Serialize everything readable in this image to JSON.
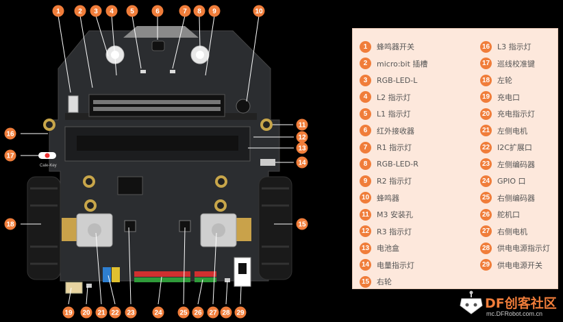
{
  "callouts": [
    {
      "n": "1"
    },
    {
      "n": "2"
    },
    {
      "n": "3"
    },
    {
      "n": "4"
    },
    {
      "n": "5"
    },
    {
      "n": "6"
    },
    {
      "n": "7"
    },
    {
      "n": "8"
    },
    {
      "n": "9"
    },
    {
      "n": "10"
    },
    {
      "n": "11"
    },
    {
      "n": "12"
    },
    {
      "n": "13"
    },
    {
      "n": "14"
    },
    {
      "n": "15"
    },
    {
      "n": "16"
    },
    {
      "n": "17"
    },
    {
      "n": "18"
    },
    {
      "n": "19"
    },
    {
      "n": "20"
    },
    {
      "n": "21"
    },
    {
      "n": "22"
    },
    {
      "n": "23"
    },
    {
      "n": "24"
    },
    {
      "n": "25"
    },
    {
      "n": "26"
    },
    {
      "n": "27"
    },
    {
      "n": "28"
    },
    {
      "n": "29"
    }
  ],
  "board_text": {
    "cale_key": "Cale-Key"
  },
  "legend": {
    "left": [
      {
        "n": "1",
        "label": "蜂鸣器开关"
      },
      {
        "n": "2",
        "label": "micro:bit 插槽"
      },
      {
        "n": "3",
        "label": "RGB-LED-L"
      },
      {
        "n": "4",
        "label": "L2 指示灯"
      },
      {
        "n": "5",
        "label": "L1 指示灯"
      },
      {
        "n": "6",
        "label": "红外接收器"
      },
      {
        "n": "7",
        "label": "R1 指示灯"
      },
      {
        "n": "8",
        "label": "RGB-LED-R"
      },
      {
        "n": "9",
        "label": "R2 指示灯"
      },
      {
        "n": "10",
        "label": "蜂鸣器"
      },
      {
        "n": "11",
        "label": "M3 安装孔"
      },
      {
        "n": "12",
        "label": "R3 指示灯"
      },
      {
        "n": "13",
        "label": "电池盒"
      },
      {
        "n": "14",
        "label": "电量指示灯"
      },
      {
        "n": "15",
        "label": "右轮"
      }
    ],
    "right": [
      {
        "n": "16",
        "label": "L3 指示灯"
      },
      {
        "n": "17",
        "label": "巡线校准键"
      },
      {
        "n": "18",
        "label": "左轮"
      },
      {
        "n": "19",
        "label": "充电口"
      },
      {
        "n": "20",
        "label": "充电指示灯"
      },
      {
        "n": "21",
        "label": "左侧电机"
      },
      {
        "n": "22",
        "label": "I2C扩展口"
      },
      {
        "n": "23",
        "label": "左侧编码器"
      },
      {
        "n": "24",
        "label": "GPIO 口"
      },
      {
        "n": "25",
        "label": "右侧编码器"
      },
      {
        "n": "26",
        "label": "舵机口"
      },
      {
        "n": "27",
        "label": "右侧电机"
      },
      {
        "n": "28",
        "label": "供电电源指示灯"
      },
      {
        "n": "29",
        "label": "供电电源开关"
      }
    ]
  },
  "brand": {
    "name_df": "DF",
    "name_cn": "创客社区",
    "url": "mc.DFRobot.com.cn"
  },
  "colors": {
    "accent": "#f07d3a",
    "legend_bg": "#fde8dc",
    "pcb": "#2b2d30"
  }
}
